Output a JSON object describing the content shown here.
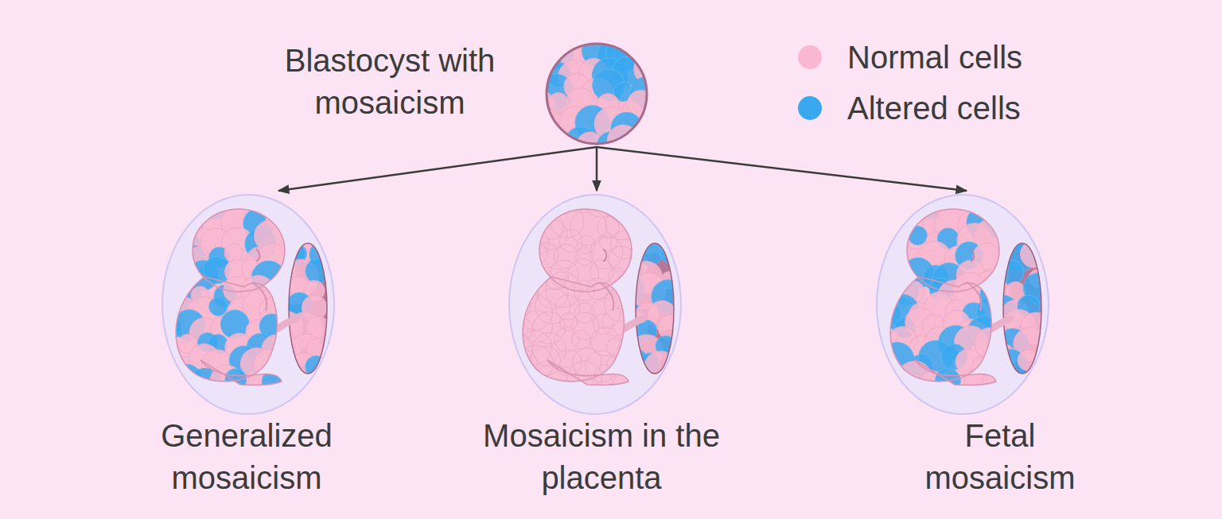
{
  "diagram": {
    "nodes": [
      {
        "text": [
          "Blastocyst with mosaicism"
        ]
      },
      {
        "text": [
          "Generalized mosaicism"
        ]
      },
      {
        "text": [
          "Mosaicism in the placenta"
        ]
      },
      {
        "text": [
          "Fetal mosaicism"
        ]
      }
    ],
    "edges": [
      {
        "from": 0,
        "to": 1,
        "arrow": "to"
      },
      {
        "from": 0,
        "to": 2,
        "arrow": "to"
      },
      {
        "from": 0,
        "to": 3,
        "arrow": "to"
      }
    ],
    "legend": [
      {
        "text": "Normal cells",
        "color": "#f9b8d0"
      },
      {
        "text": "Altered cells",
        "color": "#3aa8f0"
      }
    ]
  }
}
